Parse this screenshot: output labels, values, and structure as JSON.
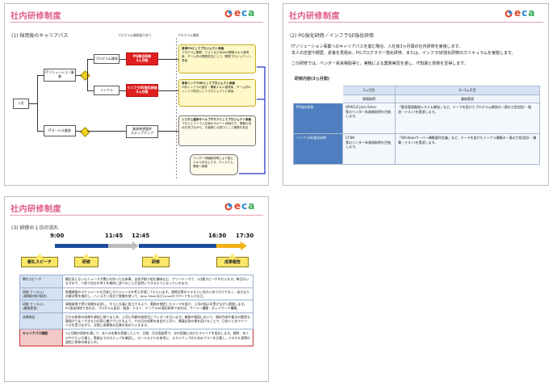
{
  "common": {
    "slide_title": "社内研修制度"
  },
  "slide1": {
    "subtitle": "(1) 採用後のキャリアパス",
    "legend_a": "プログラム開発能力あり",
    "legend_b": "プログラム開発",
    "nyusha": "入社",
    "itsupport": "ITソリューション事業",
    "program_dev": "プログラム開発",
    "infra": "インフラ",
    "pg_red": "PG強化研修\n3ヵ月間",
    "infra_red": "インフラSE強化研修\n3ヵ月間",
    "it_other": "ITセールス業務",
    "goal1": "業務希望選択\nステップアップ",
    "note1_title": "将来PGとしてプロジェクト参画",
    "note1_body": "プログラム開発・テストなどJAVAの開発スキル習得後、チーム内の開発担当として、開発プロジェクトへ参画",
    "note2_title": "将来インフラSEとしてプロジェクト参画",
    "note2_body": "IT系インフラの設計・構築スキル習得後、チーム内のインフラ担当としてプロジェクトに参画",
    "note3_title": "システム運用やヘルプデスクとしてプロジェクト参画",
    "note3_body": "プロジェクトで入社後のサポート体制の下、業務の流れを学びながら、お客様との窓口として業務を担当",
    "note4": "ベンダー資格取得等により更にスキルを向上させ、ITシステム業務へ挑戦"
  },
  "slide2": {
    "subtitle": "(2) PG強化研修／インフラSE強化研修",
    "p1": "ITソリューション事業へのキャリアパスを進む場合、入社後3ヵ月間の社内研修を実施します。",
    "p2": "本人の志望や経歴、素養を見極め、PGプログラマー強化研修、または、インフラSE強化研修のカリキュラムを実施します。",
    "p3": "この研修では、ベンダー系資格取得と、実機による業務実習を通し、IT知識と技術を習得します。",
    "table_caption": "研修内容(3ヵ月間)",
    "head_col1": "1ヵ月目",
    "head_col2": "2〜3ヵ月目",
    "head_sub1": "資格取得",
    "head_sub2": "業務実習",
    "rows": [
      {
        "name": "PG強化研修",
        "c1": "ORACLE Java Silver\n等のベンダー系資格取得を目指します。",
        "c2": "「勤怠管理業務システム開発」など、テーマを設けたプログラム開発の一連の工程(設計・製造・テスト)を実習します。"
      },
      {
        "name": "インフラSE強化研修",
        "c1": "CCNA\n等のベンダー系資格取得を目指します。",
        "c2": "「Windowsサーバー構築要件定義」など、テーマを設けたインフラ構築の一連の工程(設計・構築・テスト)を実習します。"
      }
    ]
  },
  "slide3": {
    "subtitle": "(3) 研修の１日の流れ",
    "times": [
      "9:00",
      "11:45",
      "12:45",
      "16:30",
      "17:30"
    ],
    "labels": [
      "朝礼スピーチ",
      "研修",
      "研修",
      "成果報告"
    ],
    "rows": [
      {
        "h": "朝礼スピーチ",
        "b": "最近気になったニュースや関心を持った出来事、自身が取り組む趣味など、フリーテーマで、1分間スピーチを行います。毎日行いますので、人前で自分の考えを端的に述べることが自然にできるようになっていきます。"
      },
      {
        "h": "研修 ケース(1)\n(資格取得の場合)",
        "b": "各種資格のスケジュールを目安にスケジュールを考え学習してもらいます。資格対策のテキストに向かい合うだけでなく、自分なりの解決策を検討し、ハンズオン形式で実機を使って、Java SilverなどLinuxのコマンドを入力など。"
      },
      {
        "h": "研修 ケース(2)\n(業務実習)",
        "b": "資格取得で得た知識を応用し、すぐに仕事に役立てるよう、実務を想定したテーマを設け、上司の指示を受けながら実践します。PG強化研修であれば、プログラム設計・製造・テスト、インフラSE強化研修であれば、サーバー構築・ネットワーク構築。"
      },
      {
        "h": "成果報告",
        "b": "日々の研修の成果を資料に取りまとめ、上司と同期の研修生にプレゼンを行います。業務の場面において、資料作成や要点の簡潔な整理がうまくできる力が身に着けていけるよう、その日の成果を各自が上司へ、質疑応答の場を設けることで、日本人とのアドバイスを受けながら、次第に成果物の品質を高めていきます。"
      },
      {
        "h": "キャリアパス確認",
        "b": "3ヵ月間の研修を通して、本人の本質を把握した上で、日報、月次面談等で、次の段階に向けたキャリアを設計します。随時、本人のやりたい仕事と、実務までのステップを確認し、ロールモデルを参考に、スキルアップのためのプランを立案し、ITスキル習得の道程と研修の総まとめ。"
      }
    ]
  },
  "logo": {
    "text": "eca"
  }
}
